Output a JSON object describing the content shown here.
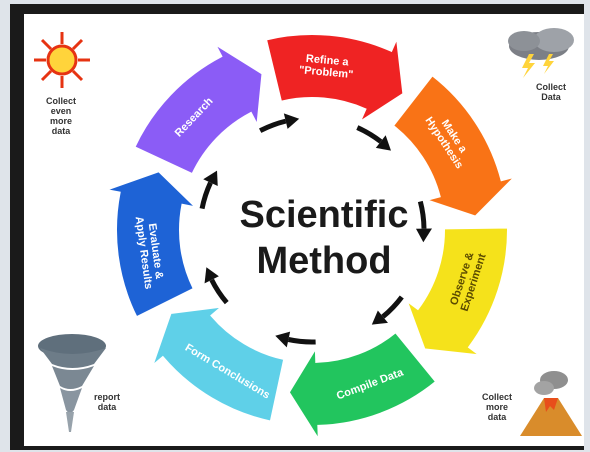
{
  "title": {
    "line1": "Scientific",
    "line2": "Method"
  },
  "steps": [
    {
      "label": "Research",
      "color": "#8b5cf6"
    },
    {
      "label": "Refine a \"Problem\"",
      "line1": "Refine a",
      "line2": "\"Problem\"",
      "color": "#ef2323"
    },
    {
      "label": "Make a Hypothesis",
      "line1": "Make a",
      "line2": "Hypothesis",
      "color": "#f97316"
    },
    {
      "label": "Observe & Experiment",
      "line1": "Observe &",
      "line2": "Experiment",
      "color": "#f5e21b"
    },
    {
      "label": "Compile Data",
      "color": "#22c55e"
    },
    {
      "label": "Form Conclusions",
      "color": "#5fd0e8"
    },
    {
      "label": "Evaluate & Apply Results",
      "line1": "Evaluate &",
      "line2": "Apply Results",
      "color": "#1e63d6"
    }
  ],
  "notes": {
    "top_left": [
      "Collect",
      "even",
      "more",
      "data"
    ],
    "top_right": [
      "Collect",
      "Data"
    ],
    "bottom_left": [
      "report",
      "data"
    ],
    "bottom_right": [
      "Collect",
      "more",
      "data"
    ]
  },
  "icons": [
    "sun-icon",
    "storm-cloud-icon",
    "tornado-icon",
    "volcano-icon",
    "inner-cycle-arrow-icon"
  ]
}
